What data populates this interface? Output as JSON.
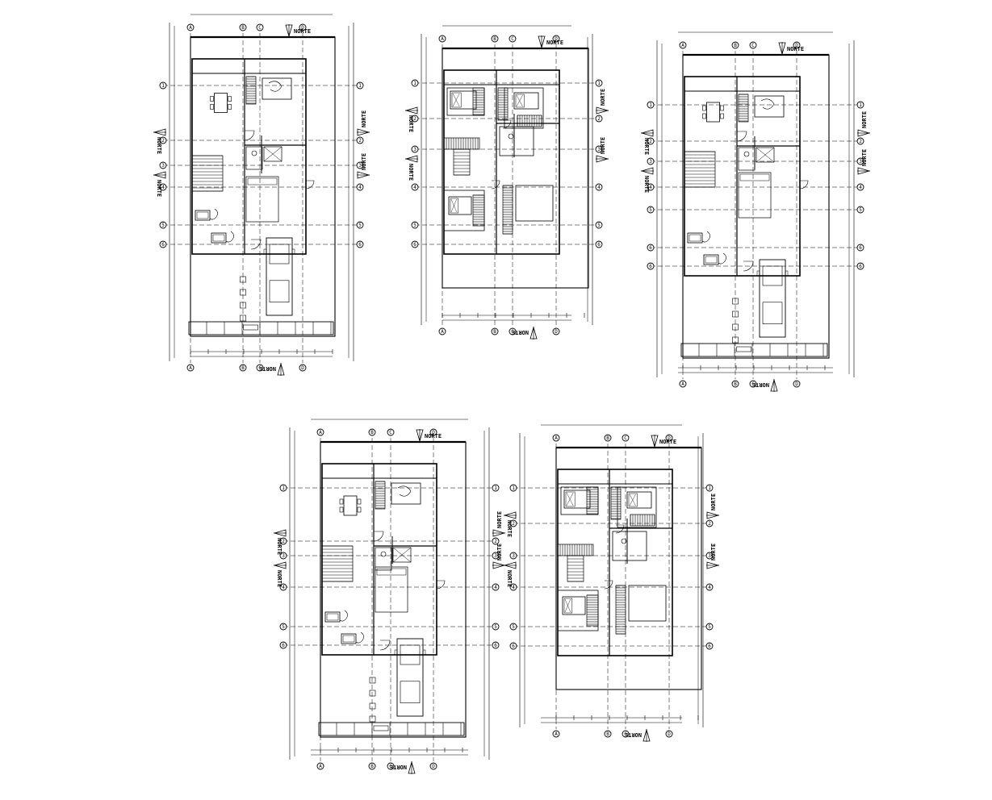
{
  "labels": {
    "north": "NORTE",
    "grid_letters": [
      "A",
      "B",
      "C",
      "D"
    ],
    "grid_numbers": [
      "1",
      "2",
      "3",
      "4",
      "5",
      "6"
    ]
  },
  "plans": [
    {
      "id": "plan-1",
      "kind": "ground"
    },
    {
      "id": "plan-2",
      "kind": "upper"
    },
    {
      "id": "plan-3",
      "kind": "ground"
    },
    {
      "id": "plan-4",
      "kind": "ground"
    },
    {
      "id": "plan-5",
      "kind": "upper"
    }
  ]
}
